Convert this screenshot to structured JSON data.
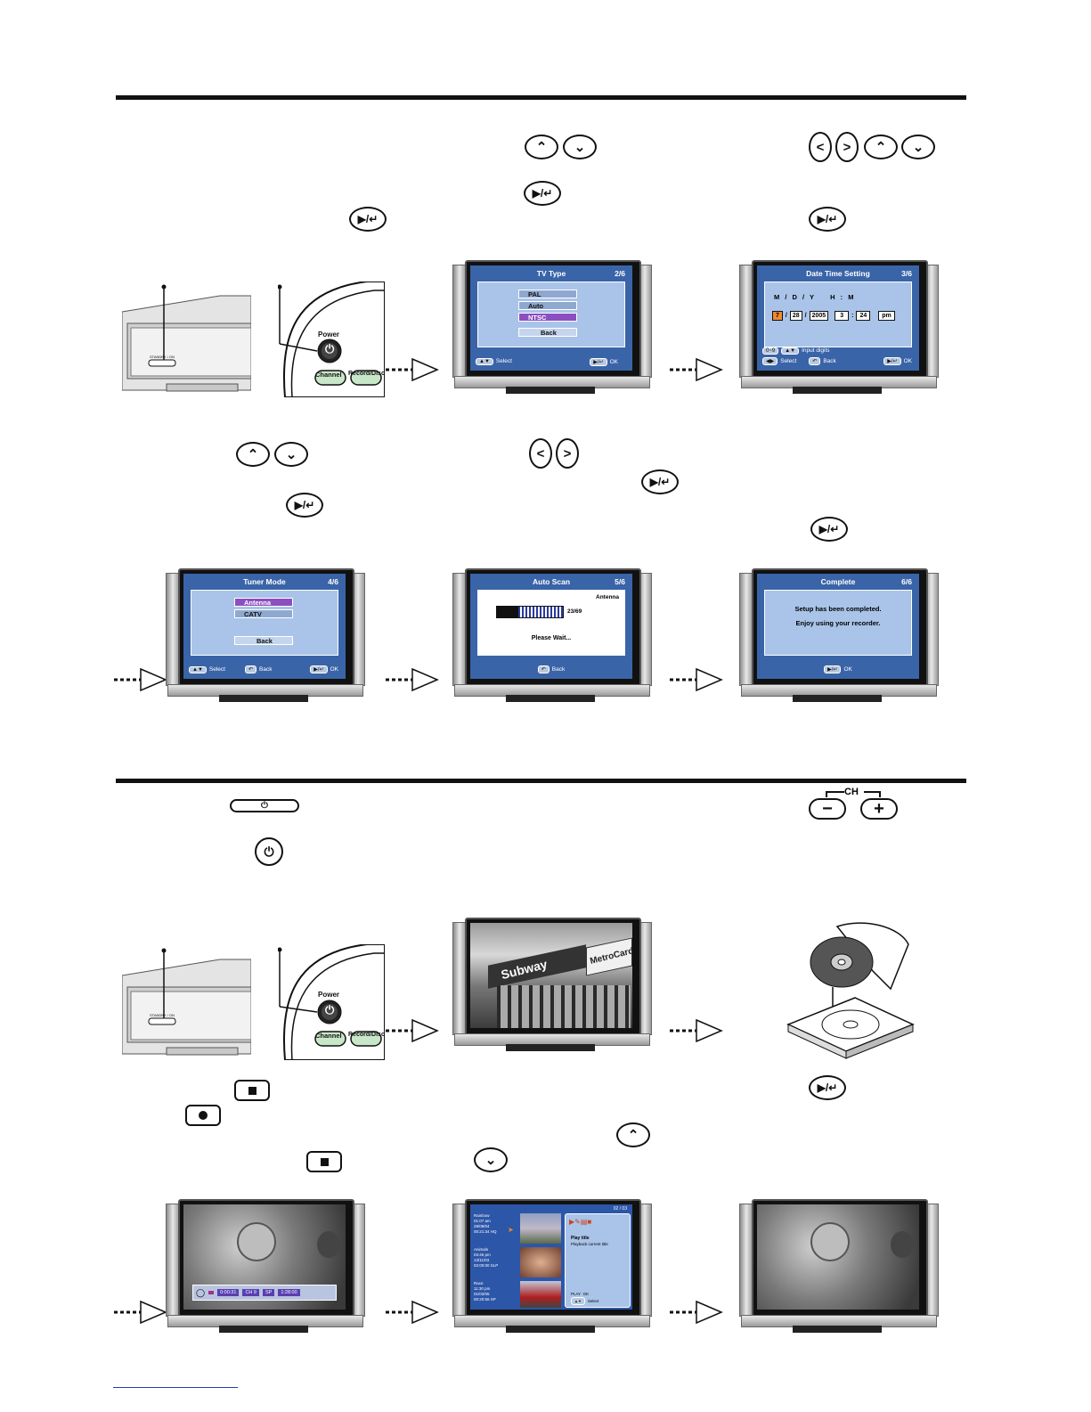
{
  "tv_type": {
    "title": "TV Type",
    "page": "2/6",
    "options": [
      "PAL",
      "Auto",
      "NTSC"
    ],
    "back": "Back",
    "foot_select": "Select",
    "foot_ok": "OK"
  },
  "date_time": {
    "title": "Date Time Setting",
    "page": "3/6",
    "fields_label": "M / D / Y   H : M",
    "month": "7",
    "day": "28",
    "year": "2005",
    "hour": "3",
    "minute": "24",
    "ampm": "pm",
    "foot_input": "Input digits",
    "foot_select": "Select",
    "foot_back": "Back",
    "foot_ok": "OK"
  },
  "tuner": {
    "title": "Tuner Mode",
    "page": "4/6",
    "options": [
      "Antenna",
      "CATV"
    ],
    "back": "Back",
    "foot_select": "Select",
    "foot_back": "Back",
    "foot_ok": "OK"
  },
  "scan": {
    "title": "Auto Scan",
    "page": "5/6",
    "source": "Antenna",
    "progress_text": "23/69",
    "progress_fraction": 0.33,
    "wait": "Please Wait...",
    "foot_back": "Back"
  },
  "complete": {
    "title": "Complete",
    "page": "6/6",
    "line1": "Setup has been completed.",
    "line2": "Enjoy using your recorder.",
    "foot_ok": "OK"
  },
  "device": {
    "standby_label": "STANDBY / ON",
    "power_label": "Power",
    "channel_label": "Channel",
    "record_label": "Record/Disc"
  },
  "ch_label": "CH",
  "subway": {
    "sign1": "Subway",
    "sign2": "MetroCard"
  },
  "rec_bar": {
    "time1": "0:00:31",
    "ch": "CH 9",
    "mode": "SP",
    "time2": "1:28:00"
  },
  "browser": {
    "counter": "02 / 03",
    "entries": [
      {
        "name": "Rainbow",
        "l1": "01:07 am",
        "l2": "29/09/04",
        "l3": "00:21:34 HQ"
      },
      {
        "name": "Animals",
        "l1": "03:46 pm",
        "l2": "13/11/03",
        "l3": "02:00:00 SLP"
      },
      {
        "name": "Race",
        "l1": "11:30 pm",
        "l2": "01/03/05",
        "l3": "00:20:56 SP"
      }
    ],
    "action_title": "Play title",
    "action_desc": "Playback current title",
    "play_label": "PLAY",
    "ok_label": "OK",
    "select_label": "Select"
  }
}
